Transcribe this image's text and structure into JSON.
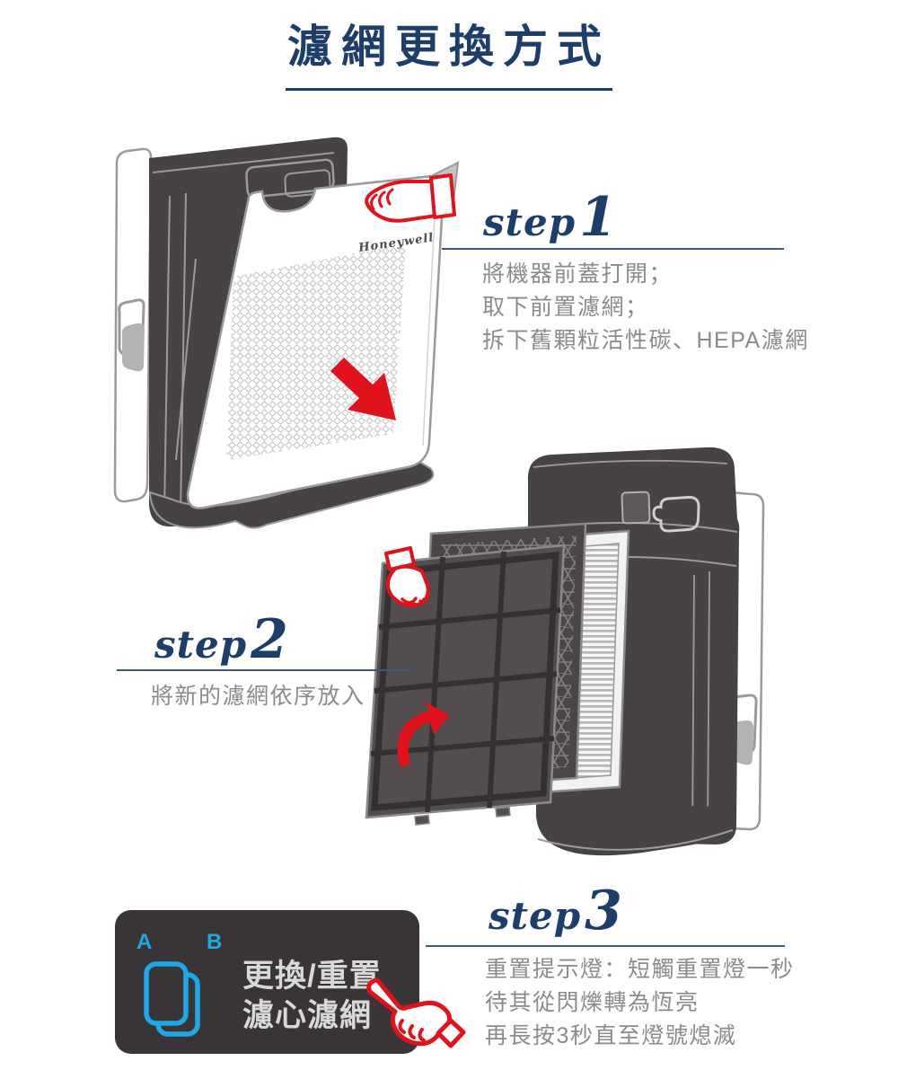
{
  "title": "濾網更換方式",
  "brand": "Honeywell",
  "steps": [
    {
      "word": "step",
      "num": "1",
      "lines": [
        "將機器前蓋打開；",
        "取下前置濾網；",
        "拆下舊顆粒活性碳、HEPA濾網"
      ]
    },
    {
      "word": "step",
      "num": "2",
      "lines": [
        "將新的濾網依序放入"
      ]
    },
    {
      "word": "step",
      "num": "3",
      "lines": [
        "重置提示燈：短觸重置燈一秒",
        "待其從閃爍轉為恆亮",
        "再長按3秒直至燈號熄滅"
      ]
    }
  ],
  "reset_panel": {
    "led_a": "A",
    "led_b": "B",
    "label_line1": "更換/重置",
    "label_line2": "濾心濾網"
  },
  "colors": {
    "navy": "#1d3e6a",
    "rule_navy": "#3c5a77",
    "body_text_gray": "#8b8b8b",
    "device_dark": "#474243",
    "outline_gray": "#9a9a9a",
    "cyan": "#1da9e8",
    "red": "#e0131d",
    "panel_bg": "#393435",
    "panel_text": "#d8d8d8"
  }
}
